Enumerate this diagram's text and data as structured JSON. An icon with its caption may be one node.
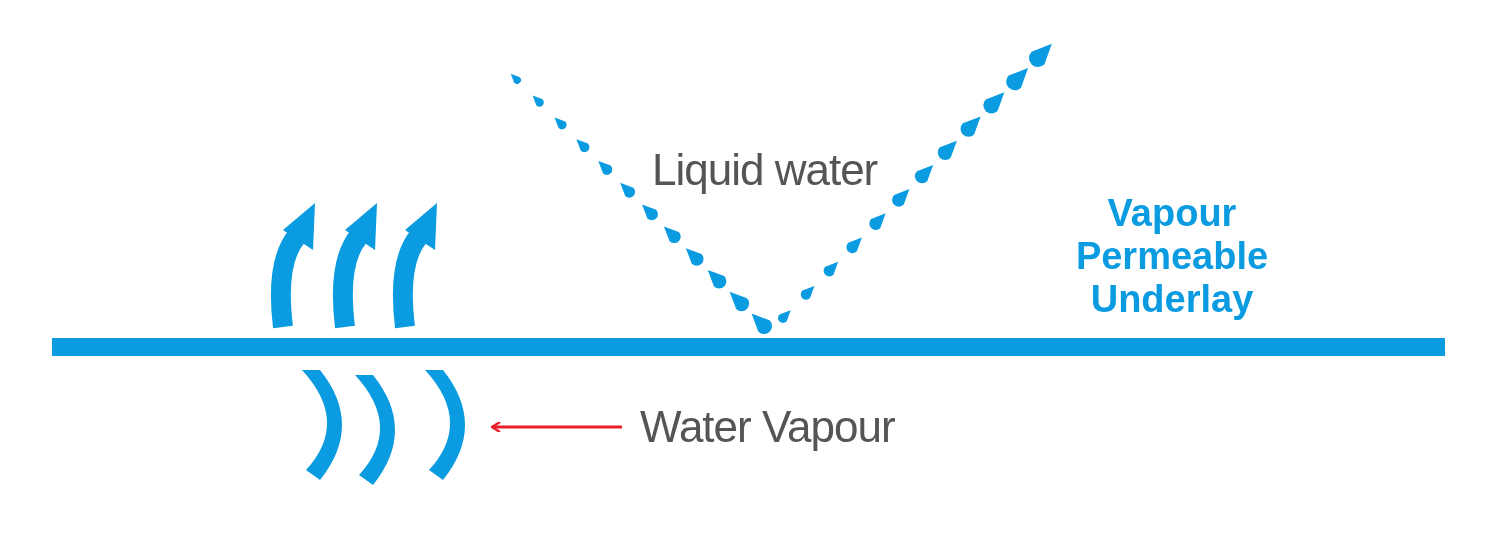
{
  "diagram": {
    "nodes": [
      {
        "text": [
          "Water Vapour"
        ]
      },
      {
        "text": [],
        "shape": "picture"
      }
    ],
    "edges": [
      {
        "from": 0,
        "to": 1,
        "arrow": "to",
        "color": "#e8202a"
      }
    ],
    "labels": [
      "Liquid water",
      "Vapour Permeable Underlay"
    ]
  }
}
